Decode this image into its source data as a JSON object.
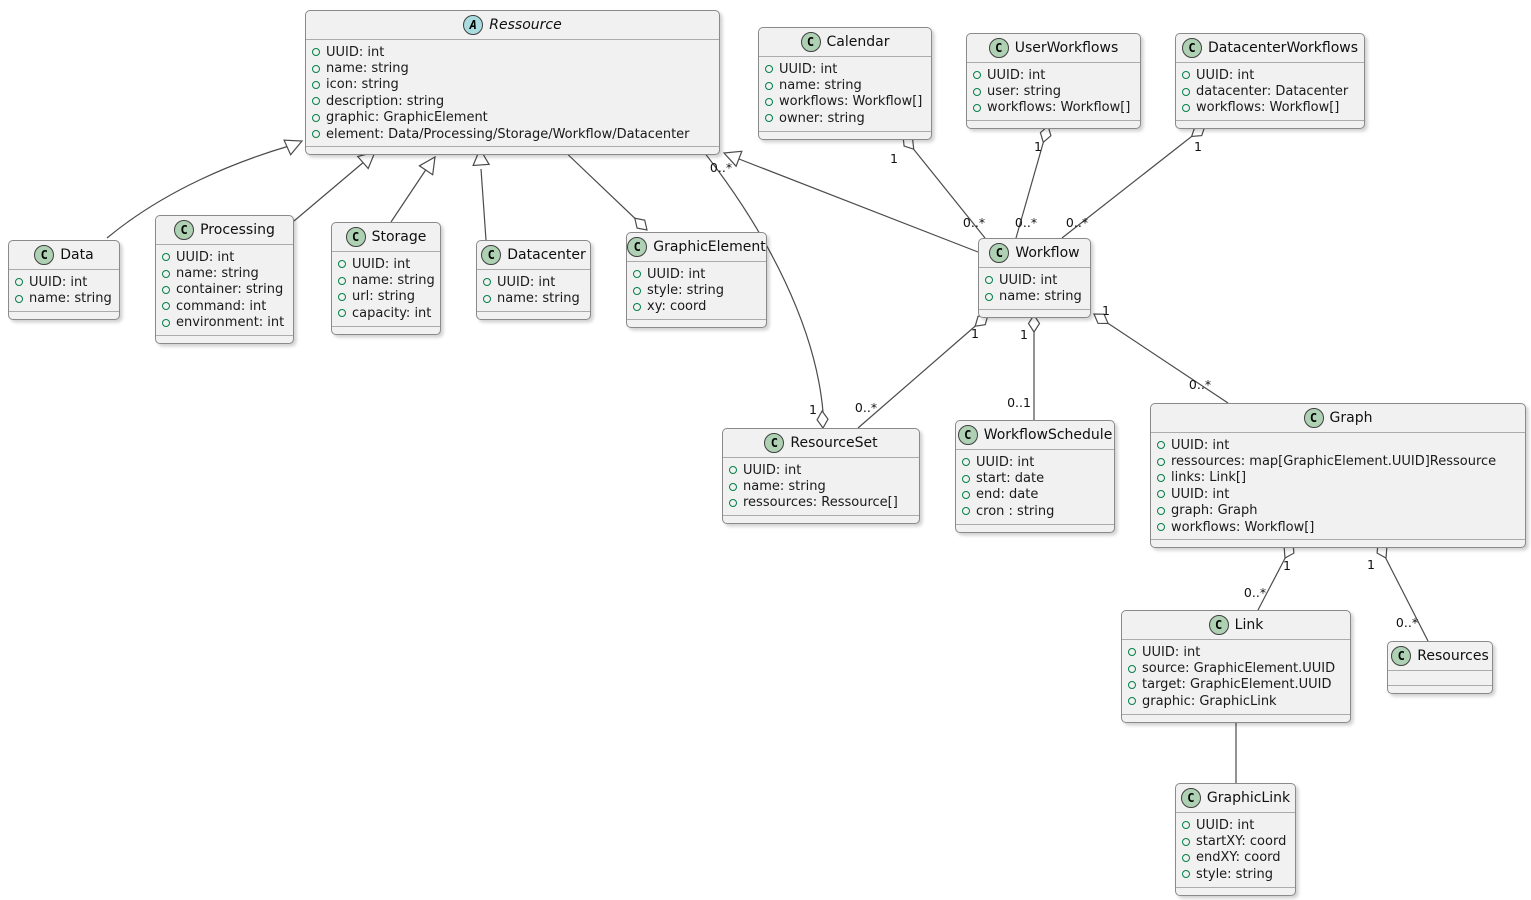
{
  "colors": {
    "class_icon": "#ADD1B2",
    "abstract_icon": "#A9DCDF",
    "box_fill": "#F1F1F1",
    "box_border": "#8a8a8a",
    "line": "#4b4b4b",
    "attr_marker": "#038048"
  },
  "classes": [
    {
      "id": "ressource",
      "icon_letter": "A",
      "stereotype": "abstract",
      "name": "Ressource",
      "attributes": [
        "UUID: int",
        "name: string",
        "icon: string",
        "description: string",
        "graphic: GraphicElement",
        "element: Data/Processing/Storage/Workflow/Datacenter"
      ]
    },
    {
      "id": "calendar",
      "icon_letter": "C",
      "stereotype": "class",
      "name": "Calendar",
      "attributes": [
        "UUID: int",
        "name: string",
        "workflows: Workflow[]",
        "owner: string"
      ]
    },
    {
      "id": "userworkflows",
      "icon_letter": "C",
      "stereotype": "class",
      "name": "UserWorkflows",
      "attributes": [
        "UUID: int",
        "user: string",
        "workflows: Workflow[]"
      ]
    },
    {
      "id": "datacenterworkflows",
      "icon_letter": "C",
      "stereotype": "class",
      "name": "DatacenterWorkflows",
      "attributes": [
        "UUID: int",
        "datacenter: Datacenter",
        "workflows: Workflow[]"
      ]
    },
    {
      "id": "data",
      "icon_letter": "C",
      "stereotype": "class",
      "name": "Data",
      "attributes": [
        "UUID: int",
        "name: string"
      ]
    },
    {
      "id": "processing",
      "icon_letter": "C",
      "stereotype": "class",
      "name": "Processing",
      "attributes": [
        "UUID: int",
        "name: string",
        "container: string",
        "command: int",
        "environment: int"
      ]
    },
    {
      "id": "storage",
      "icon_letter": "C",
      "stereotype": "class",
      "name": "Storage",
      "attributes": [
        "UUID: int",
        "name: string",
        "url: string",
        "capacity: int"
      ]
    },
    {
      "id": "datacenter",
      "icon_letter": "C",
      "stereotype": "class",
      "name": "Datacenter",
      "attributes": [
        "UUID: int",
        "name: string"
      ]
    },
    {
      "id": "graphicelement",
      "icon_letter": "C",
      "stereotype": "class",
      "name": "GraphicElement",
      "attributes": [
        "UUID: int",
        "style: string",
        "xy: coord"
      ]
    },
    {
      "id": "workflow",
      "icon_letter": "C",
      "stereotype": "class",
      "name": "Workflow",
      "attributes": [
        "UUID: int",
        "name: string"
      ]
    },
    {
      "id": "resourceset",
      "icon_letter": "C",
      "stereotype": "class",
      "name": "ResourceSet",
      "attributes": [
        "UUID: int",
        "name: string",
        "ressources: Ressource[]"
      ]
    },
    {
      "id": "workflowschedule",
      "icon_letter": "C",
      "stereotype": "class",
      "name": "WorkflowSchedule",
      "attributes": [
        "UUID: int",
        "start: date",
        "end: date",
        "cron : string"
      ]
    },
    {
      "id": "graph",
      "icon_letter": "C",
      "stereotype": "class",
      "name": "Graph",
      "attributes": [
        "UUID: int",
        "ressources: map[GraphicElement.UUID]Ressource",
        "links: Link[]",
        "UUID: int",
        "graph: Graph",
        "workflows: Workflow[]"
      ]
    },
    {
      "id": "link",
      "icon_letter": "C",
      "stereotype": "class",
      "name": "Link",
      "attributes": [
        "UUID: int",
        "source: GraphicElement.UUID",
        "target: GraphicElement.UUID",
        "graphic: GraphicLink"
      ]
    },
    {
      "id": "resources",
      "icon_letter": "C",
      "stereotype": "class",
      "name": "Resources",
      "attributes": []
    },
    {
      "id": "graphiclink",
      "icon_letter": "C",
      "stereotype": "class",
      "name": "GraphicLink",
      "attributes": [
        "UUID: int",
        "startXY: coord",
        "endXY: coord",
        "style: string"
      ]
    }
  ],
  "edges": [
    {
      "id": "data-ressource",
      "type": "generalization",
      "from": "Data",
      "to": "Ressource",
      "labels": {}
    },
    {
      "id": "processing-ressource",
      "type": "generalization",
      "from": "Processing",
      "to": "Ressource",
      "labels": {}
    },
    {
      "id": "storage-ressource",
      "type": "generalization",
      "from": "Storage",
      "to": "Ressource",
      "labels": {}
    },
    {
      "id": "datacenter-ressource",
      "type": "generalization",
      "from": "Datacenter",
      "to": "Ressource",
      "labels": {}
    },
    {
      "id": "workflow-ressource",
      "type": "generalization",
      "from": "Workflow",
      "to": "Ressource",
      "labels": {}
    },
    {
      "id": "ressource-graphicelement",
      "type": "aggregation",
      "from": "GraphicElement",
      "to": "Ressource",
      "labels": {}
    },
    {
      "id": "calendar-workflow",
      "type": "aggregation",
      "from": "Calendar",
      "to": "Workflow",
      "labels": {
        "from": "1",
        "to": "0..*"
      }
    },
    {
      "id": "userworkflows-workflow",
      "type": "aggregation",
      "from": "UserWorkflows",
      "to": "Workflow",
      "labels": {
        "from": "1",
        "to": "0..*"
      }
    },
    {
      "id": "datacenterworkflows-workflow",
      "type": "aggregation",
      "from": "DatacenterWorkflows",
      "to": "Workflow",
      "labels": {
        "from": "1",
        "to": "0..*"
      }
    },
    {
      "id": "ressource-resourceset",
      "type": "aggregation",
      "from": "ResourceSet",
      "to": "Ressource",
      "labels": {
        "from": "1",
        "to": "0..*"
      }
    },
    {
      "id": "workflow-resourceset",
      "type": "aggregation",
      "from": "Workflow",
      "to": "ResourceSet",
      "labels": {
        "from": "1",
        "to": "0..*"
      }
    },
    {
      "id": "workflow-workflowschedule",
      "type": "aggregation",
      "from": "Workflow",
      "to": "WorkflowSchedule",
      "labels": {
        "from": "1",
        "to": "0..1"
      }
    },
    {
      "id": "workflow-graph",
      "type": "aggregation",
      "from": "Workflow",
      "to": "Graph",
      "labels": {
        "from": "1",
        "to": "0..*"
      }
    },
    {
      "id": "graph-link",
      "type": "aggregation",
      "from": "Graph",
      "to": "Link",
      "labels": {
        "from": "1",
        "to": "0..*"
      }
    },
    {
      "id": "graph-resources",
      "type": "aggregation",
      "from": "Graph",
      "to": "Resources",
      "labels": {
        "from": "1",
        "to": "0..*"
      }
    },
    {
      "id": "link-graphiclink",
      "type": "association",
      "from": "Link",
      "to": "GraphicLink",
      "labels": {}
    }
  ]
}
